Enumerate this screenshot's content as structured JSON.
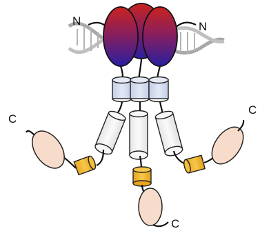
{
  "labels": {
    "n_left": "N",
    "n_right": "N",
    "c_left": "C",
    "c_right": "C",
    "c_bottom": "C"
  },
  "colors": {
    "head_top": "#c8241f",
    "head_bottom": "#2a1fa0",
    "coiled_coil": "#d3dcef",
    "long_domain": "#f2f2f2",
    "linker_cylinder": "#f0b32a",
    "terminal_domain": "#f8dccb",
    "dna": "#8c8c8c"
  },
  "icons": {
    "dna_backdrop": "dna-double-helix",
    "head_domain": "ellipse-gradient",
    "cylinder": "cylinder"
  }
}
